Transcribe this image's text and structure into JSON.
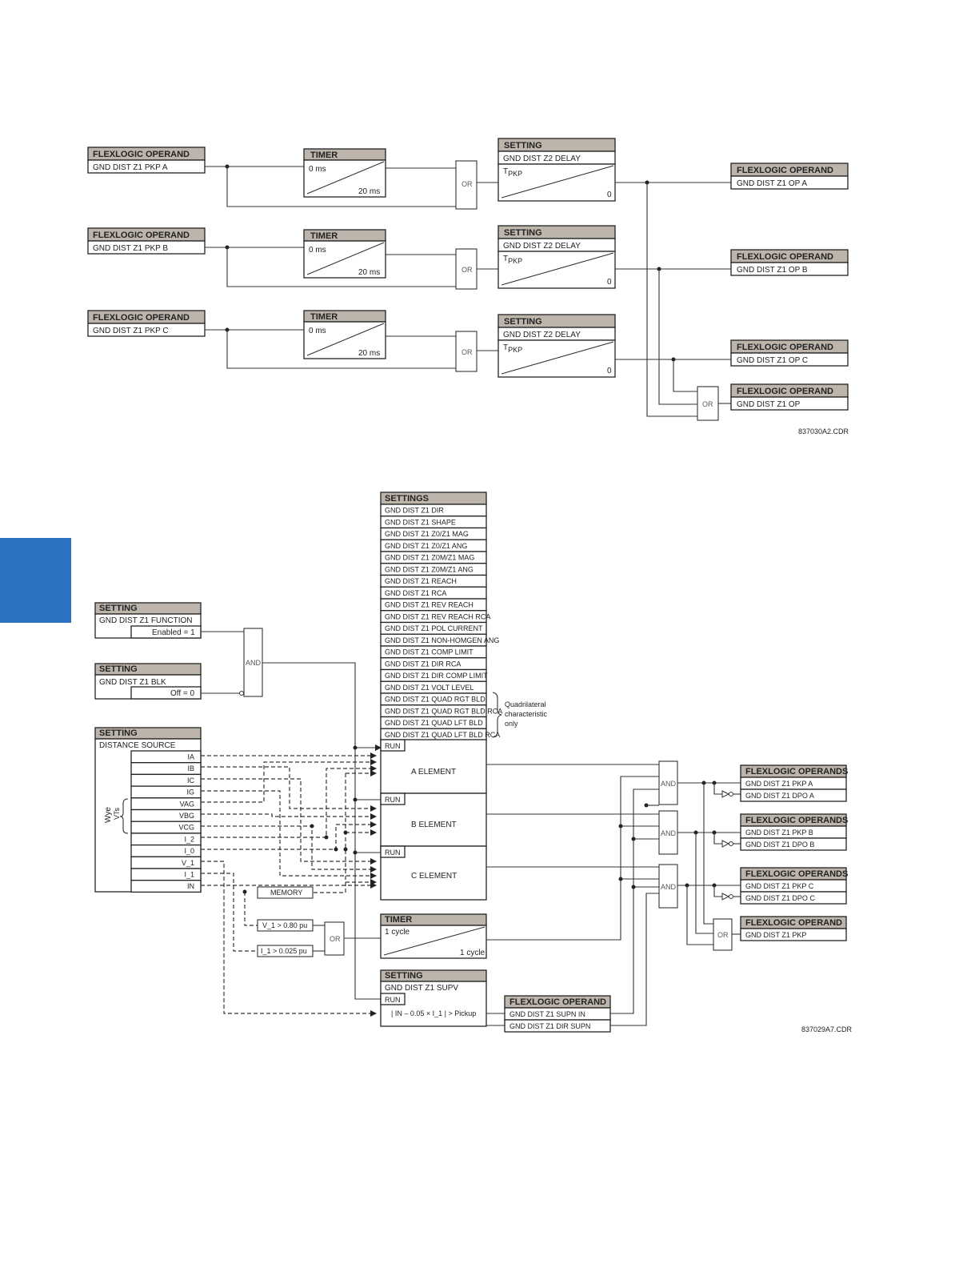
{
  "side_tab_color": "#2a72c2",
  "top": {
    "operand_header": "FLEXLOGIC OPERAND",
    "timer_header": "TIMER",
    "timer_pickup": "0 ms",
    "timer_dropout": "20 ms",
    "setting_header": "SETTING",
    "delay_label": "GND DIST Z2 DELAY",
    "tpkp": "T",
    "tpkp_sub": "PKP",
    "zero": "0",
    "or": "OR",
    "inputs": [
      "GND DIST Z1 PKP A",
      "GND DIST Z1 PKP B",
      "GND DIST Z1 PKP C"
    ],
    "outputs": [
      "GND DIST Z1 OP A",
      "GND DIST Z1 OP B",
      "GND DIST Z1 OP C",
      "GND DIST Z1 OP"
    ],
    "code": "837030A2.CDR"
  },
  "bottom": {
    "settings_header": "SETTINGS",
    "settings": [
      "GND DIST Z1 DIR",
      "GND DIST Z1 SHAPE",
      "GND DIST Z1 Z0/Z1 MAG",
      "GND DIST Z1 Z0/Z1 ANG",
      "GND DIST Z1 Z0M/Z1 MAG",
      "GND DIST Z1 Z0M/Z1 ANG",
      "GND DIST Z1 REACH",
      "GND DIST Z1 RCA",
      "GND DIST Z1 REV REACH",
      "GND DIST Z1 REV REACH RCA",
      "GND DIST Z1 POL CURRENT",
      "GND DIST Z1 NON-HOMGEN ANG",
      "GND DIST Z1 COMP LIMIT",
      "GND DIST Z1 DIR RCA",
      "GND DIST Z1 DIR COMP LIMIT",
      "GND DIST Z1 VOLT LEVEL",
      "GND DIST Z1  QUAD RGT BLD",
      "GND DIST Z1 QUAD RGT BLD RCA",
      "GND DIST Z1 QUAD LFT BLD",
      "GND DIST Z1 QUAD LFT BLD RCA"
    ],
    "quad_note": [
      "Quadrilateral",
      "characteristic",
      "only"
    ],
    "run": "RUN",
    "elements": [
      "A ELEMENT",
      "B ELEMENT",
      "C ELEMENT"
    ],
    "setting_header": "SETTING",
    "function_label": "GND DIST Z1 FUNCTION",
    "function_value": "Enabled = 1",
    "blk_label": "GND DIST Z1 BLK",
    "blk_value": "Off = 0",
    "source_label": "DISTANCE SOURCE",
    "source_signals": [
      "IA",
      "IB",
      "IC",
      "IG",
      "VAG",
      "VBG",
      "VCG",
      "I_2",
      "I_0",
      "V_1",
      "I_1",
      "IN"
    ],
    "wye_label": "Wye",
    "vts_label": "VTs",
    "and": "AND",
    "or": "OR",
    "memory": "MEMORY",
    "v1_cond": "V_1 > 0.80 pu",
    "i1_cond": "I_1 > 0.025 pu",
    "timer_header": "TIMER",
    "timer_pickup": "1 cycle",
    "timer_dropout": "1 cycle",
    "supv_label": "GND DIST Z1 SUPV",
    "supv_formula": "| IN – 0.05 × I_1 | > Pickup",
    "flex_operand_header": "FLEXLOGIC OPERAND",
    "supn": [
      "GND DIST Z1 SUPN IN",
      "GND DIST Z1 DIR SUPN"
    ],
    "flex_operands_header": "FLEXLOGIC OPERANDS",
    "outputs": [
      [
        "GND DIST Z1 PKP A",
        "GND DIST Z1 DPO A"
      ],
      [
        "GND DIST Z1 PKP B",
        "GND DIST Z1 DPO B"
      ],
      [
        "GND DIST Z1 PKP C",
        "GND DIST Z1 DPO C"
      ]
    ],
    "pkp_out": "GND DIST Z1 PKP",
    "code": "837029A7.CDR"
  }
}
